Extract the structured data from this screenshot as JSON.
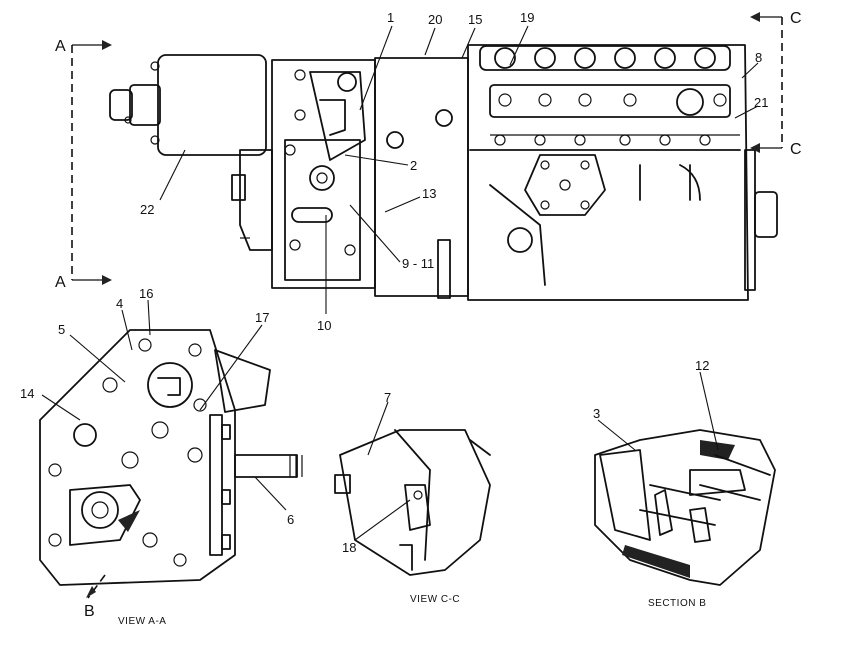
{
  "callouts": {
    "c1": "1",
    "c20": "20",
    "c15": "15",
    "c19": "19",
    "c8": "8",
    "c21": "21",
    "c2": "2",
    "c13": "13",
    "c9_11": "9 - 11",
    "c10": "10",
    "c22": "22",
    "c16": "16",
    "c4": "4",
    "c5": "5",
    "c17": "17",
    "c14": "14",
    "c6": "6",
    "c7": "7",
    "c18": "18",
    "c3": "3",
    "c12": "12"
  },
  "view_markers": {
    "a_top": "A",
    "a_bottom": "A",
    "c_top": "C",
    "c_bottom": "C",
    "b": "B"
  },
  "captions": {
    "view_aa": "VIEW A-A",
    "view_cc": "VIEW C-C",
    "section_b": "SECTION B"
  }
}
